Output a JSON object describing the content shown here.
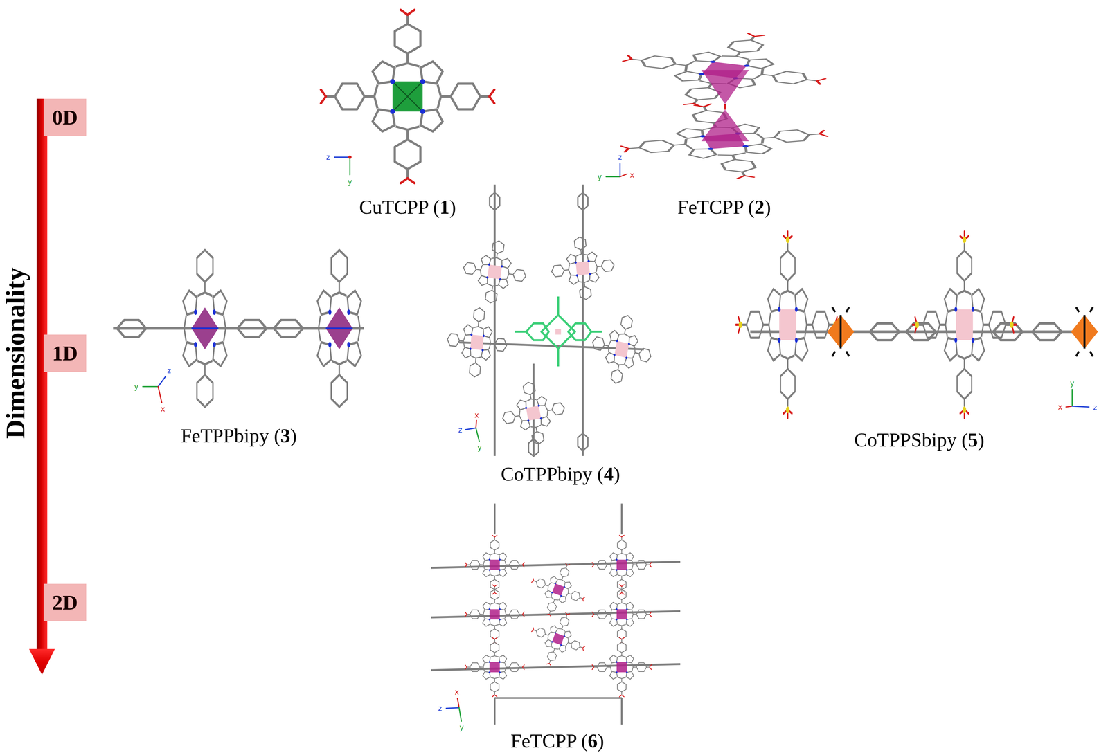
{
  "diagram": {
    "nodes": [
      {
        "text": [
          "0D"
        ]
      },
      {
        "text": [
          "1D"
        ]
      },
      {
        "text": [
          "2D"
        ]
      }
    ],
    "labels": [
      "Dimensionality",
      "CuTCPP (1)",
      "FeTCPP (2)",
      "FeTPPbipy (3)",
      "CoTPPbipy (4)",
      "CoTPPSbipy (5)",
      "FeTCPP (6)",
      "z",
      "y",
      "y",
      "z",
      "x",
      "y",
      "z",
      "x",
      "z",
      "x",
      "y",
      "y",
      "x",
      "z",
      "x",
      "z",
      "y"
    ]
  }
}
